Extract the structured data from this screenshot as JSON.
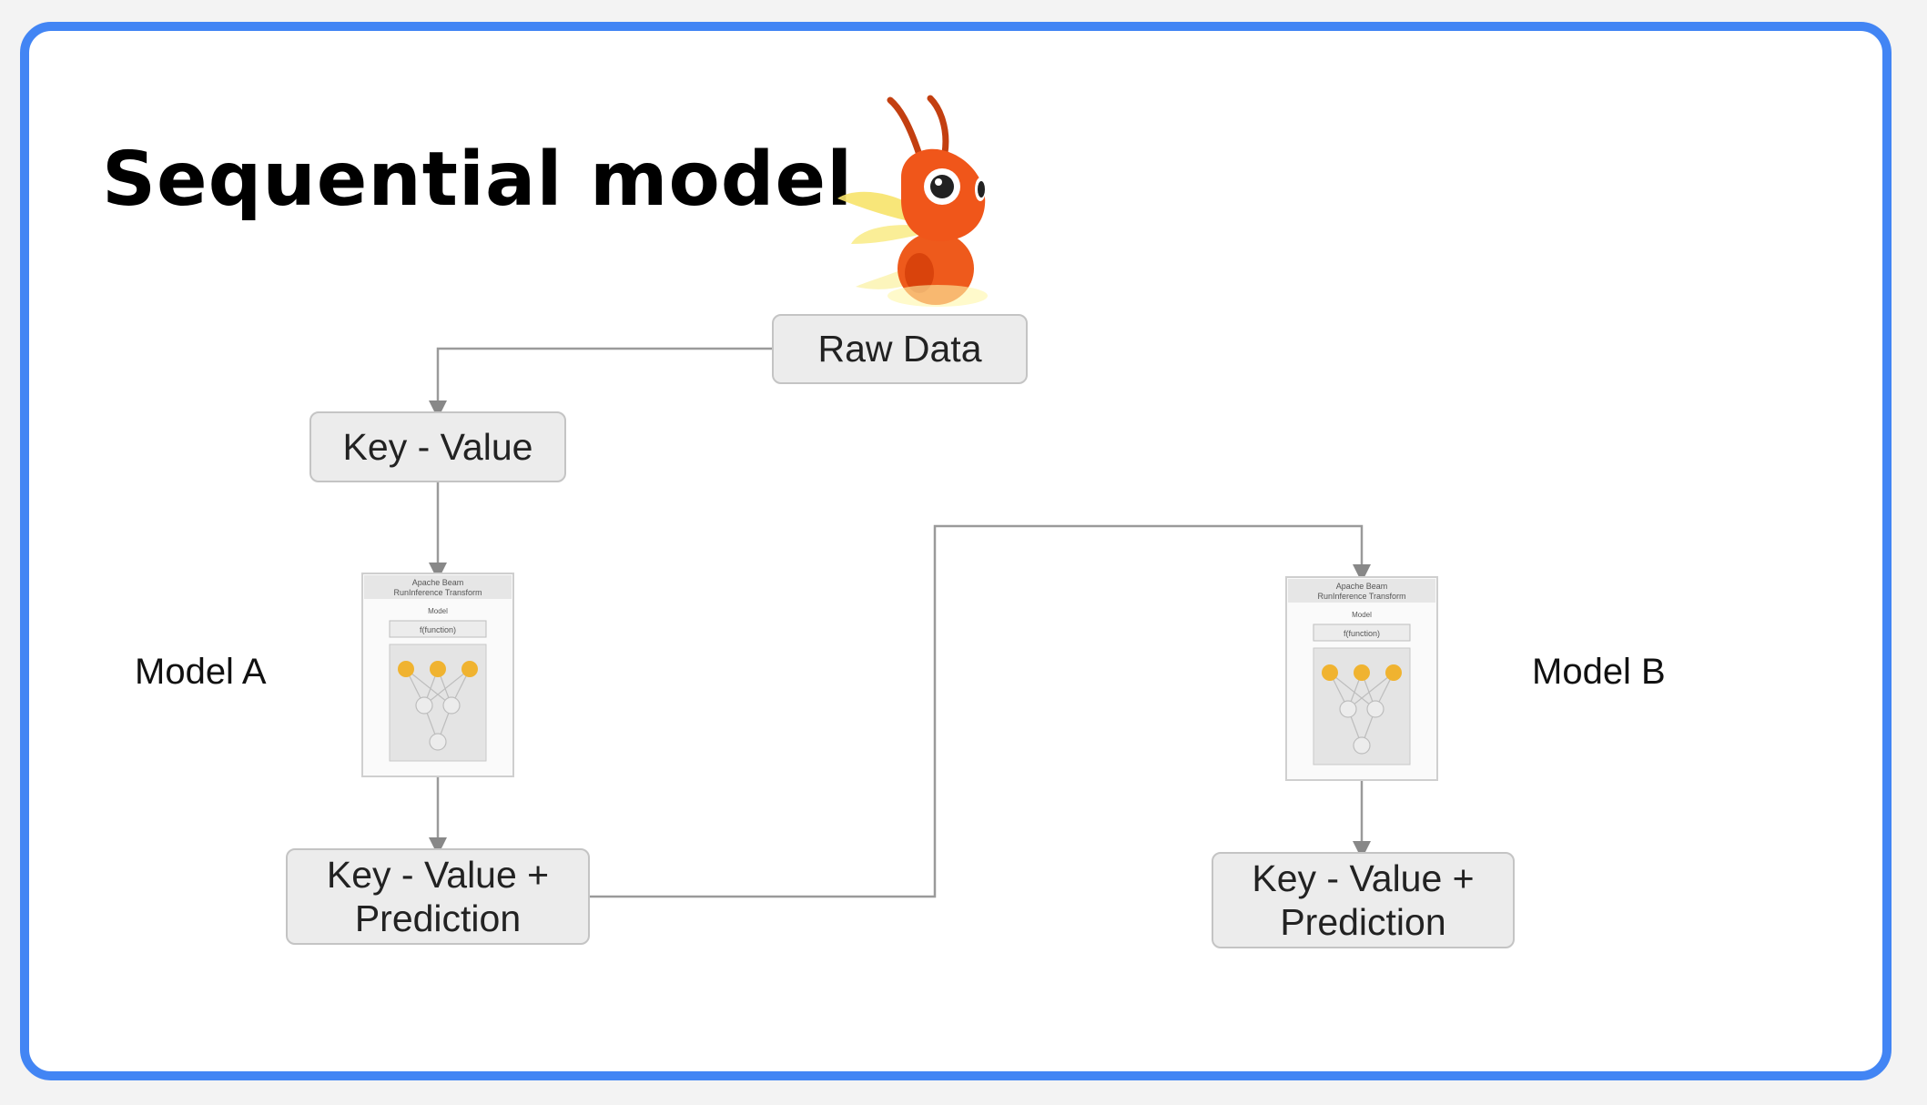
{
  "slide": {
    "title": "Sequential model",
    "accent_color": "#4285f4",
    "mascot_icon": "beam-mascot-icon"
  },
  "nodes": {
    "raw_data": "Raw Data",
    "key_value": "Key - Value",
    "prediction_a": "Key - Value + Prediction",
    "prediction_b": "Key - Value + Prediction"
  },
  "models": {
    "a": {
      "label": "Model A",
      "transform_title_1": "Apache Beam",
      "transform_title_2": "RunInference Transform",
      "model_label": "Model",
      "function_label": "f(function)"
    },
    "b": {
      "label": "Model B",
      "transform_title_1": "Apache Beam",
      "transform_title_2": "RunInference Transform",
      "model_label": "Model",
      "function_label": "f(function)"
    }
  }
}
